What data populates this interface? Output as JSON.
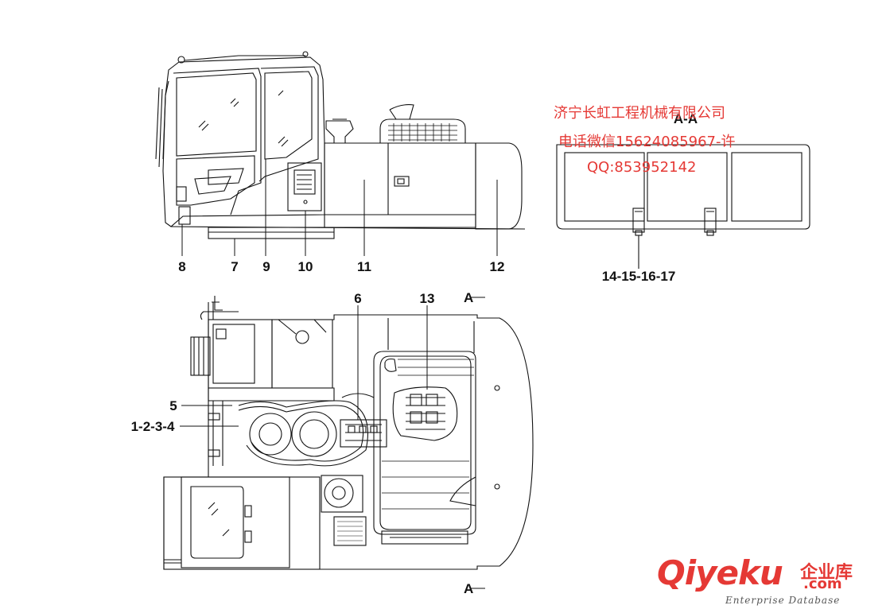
{
  "side_view": {
    "callouts": [
      "8",
      "7",
      "9",
      "10",
      "11",
      "12"
    ]
  },
  "section_view": {
    "title": "A-A",
    "callout": "14-15-16-17"
  },
  "top_view": {
    "callouts": {
      "c6": "6",
      "c13": "13",
      "c5": "5",
      "c1234": "1-2-3-4"
    },
    "section_mark_top": "A",
    "section_mark_bottom": "A"
  },
  "watermark": {
    "line1": "济宁长虹工程机械有限公司",
    "line2": "电话微信15624085967-许",
    "line3": "QQ:853952142"
  },
  "logo": {
    "main": "Qiyeku",
    "cn": "企业库",
    "domain": ".com",
    "sub": "Enterprise Database"
  },
  "colors": {
    "line": "#111111",
    "watermark": "#e53935"
  }
}
